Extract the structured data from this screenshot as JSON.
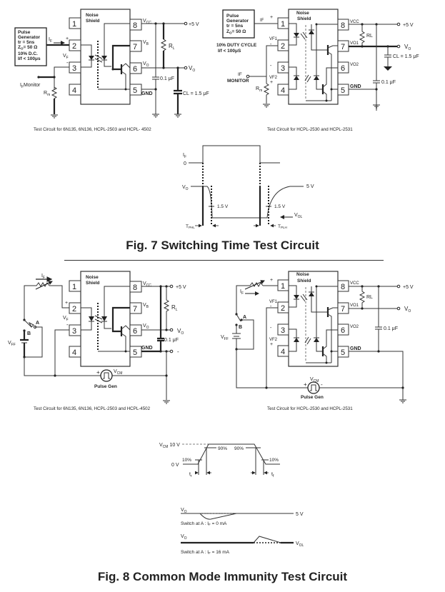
{
  "fig7": {
    "title": "Fig. 7 Switching Time Test Circuit",
    "left_circuit": {
      "caption": "Test Circuit for 6N135, 6N136, HCPL-2503 and HCPL- 4502",
      "noise_shield": [
        "Noise",
        "Shield"
      ],
      "pins": [
        "1",
        "2",
        "3",
        "4",
        "5",
        "6",
        "7",
        "8"
      ],
      "pin_labels": {
        "vcc": "V",
        "vcc_sub": "CC",
        "vb": "V",
        "vb_sub": "B",
        "vo": "V",
        "vo_sub": "O",
        "gnd": "GND"
      },
      "pulse_generator": [
        "Pulse",
        "Generator",
        "tr = 5ns",
        "Z",
        "O",
        "= 50 Ω",
        "10% D.C.",
        "I/f < 100μs"
      ],
      "if_label": "I",
      "if_sub": "F",
      "vf_label": "V",
      "vf_sub": "F",
      "plus": "+",
      "minus": "-",
      "if_monitor": "Monitor",
      "rm_label": "R",
      "rm_sub": "m",
      "supply": "+5 V",
      "rl_label": "R",
      "rl_sub": "L",
      "vo_out": "V",
      "vo_out_sub": "O",
      "cap_bypass": "0.1 μF",
      "cap_load": "CL = 1.5 μF"
    },
    "right_circuit": {
      "caption": "Test Circuit for HCPL-2530 and HCPL-2531",
      "noise_shield": [
        "Noise",
        "Shield"
      ],
      "pulse_generator": [
        "Pulse",
        "Generator",
        "tr = 5ns",
        "Z",
        "O",
        "= 50 Ω"
      ],
      "duty": "10% DUTY CYCLE",
      "period": "I/f < 100μS",
      "if_label": "IF",
      "if_monitor": [
        "IF",
        "MONITOR"
      ],
      "vf1": "VF1",
      "vf2": "VF2",
      "rm_label": "R",
      "rm_sub": "m",
      "vcc": "VCC",
      "vo1": "VO1",
      "vo2": "VO2",
      "gnd": "GND",
      "supply": "+5 V",
      "rl": "RL",
      "vo_out": "V",
      "vo_out_sub": "O",
      "cap_load": "CL = 1.5 μF",
      "cap_bypass": "0.1 μF"
    },
    "waveform": {
      "if_label": "I",
      "if_sub": "F",
      "zero": "0",
      "vo_label": "V",
      "vo_sub": "O",
      "high": "5 V",
      "threshold_left": "1.5 V",
      "threshold_right": "1.5 V",
      "vol": "V",
      "vol_sub": "OL",
      "tphl": "T",
      "tphl_sub": "PHL",
      "tplh": "T",
      "tplh_sub": "PLH"
    }
  },
  "fig8": {
    "title": "Fig. 8 Common Mode Immunity Test Circuit",
    "left_circuit": {
      "caption": "Test Circuit for 6N135, 6N136, HCPL-2503 and HCPL-4502",
      "noise_shield": [
        "Noise",
        "Shield"
      ],
      "if_label": "I",
      "if_sub": "F",
      "switch_a": "A",
      "switch_b": "B",
      "vff": "V",
      "vff_sub": "FF",
      "vf": "V",
      "vf_sub": "F",
      "supply": "+5 V",
      "rl": "R",
      "rl_sub": "L",
      "vo": "V",
      "vo_sub": "O",
      "cap": "0.1 μF",
      "minus": "-",
      "vcm": "V",
      "vcm_sub": "CM",
      "pulse_gen": "Pulse Gen"
    },
    "right_circuit": {
      "caption": "Test Circuit for HCPL-2530 and HCPL-2531",
      "noise_shield": [
        "Noise",
        "Shield"
      ],
      "if_label": "I",
      "if_sub": "F",
      "switch_a": "A",
      "switch_b": "B",
      "vff": "V",
      "vff_sub": "FF",
      "vf1": "VF1",
      "vf2": "VF2",
      "vcc": "VCC",
      "vo1": "VO1",
      "vo2": "VO2",
      "gnd": "GND",
      "supply": "+5 V",
      "rl": "RL",
      "vo": "V",
      "vo_sub": "O",
      "cap": "0.1 μF",
      "vcm": "V",
      "vcm_sub": "CM",
      "pulse_gen": "Pulse Gen"
    },
    "vcm_waveform": {
      "vcm_label": "V",
      "vcm_sub": "CM",
      "peak": "10 V",
      "zero": "0 V",
      "p10_left": "10%",
      "p90_left": "90%",
      "p90_right": "90%",
      "p10_right": "10%",
      "tr": "t",
      "tr_sub": "r",
      "tf": "t",
      "tf_sub": "f"
    },
    "vo_waveforms": [
      {
        "label": "V",
        "sub": "O",
        "level": "5 V",
        "caption": "Switch at A : I",
        "caption_sub": "F",
        "caption_end": " = 0 mA"
      },
      {
        "label": "V",
        "sub": "O",
        "level": "V",
        "level_sub": "OL",
        "caption": "Switch at A : I",
        "caption_sub": "F",
        "caption_end": " = 16 mA"
      }
    ]
  }
}
